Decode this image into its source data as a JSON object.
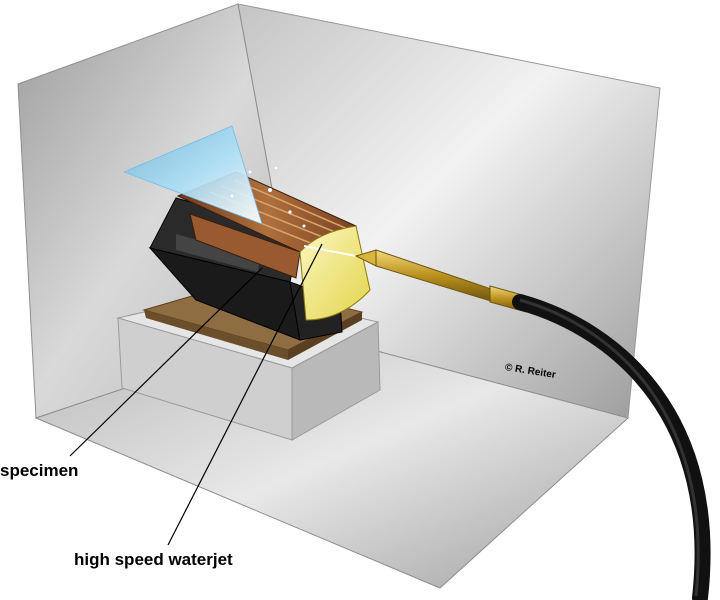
{
  "labels": {
    "specimen": "specimen",
    "waterjet": "high speed waterjet"
  },
  "copyright": "© R. Reiter",
  "colors": {
    "wall": "#bdbdbd",
    "floor": "#c8c8c8",
    "base_block": "#d0d0d0",
    "bronze_plate": "#8a6a40",
    "fixture_black": "#1a1a1a",
    "specimen_wood": "#8a4a2a",
    "specimen_yellow": "#f1ea8a",
    "nozzle_gold": "#c9a227",
    "hose_black": "#111111",
    "water_spray": "#8fd0f0"
  }
}
